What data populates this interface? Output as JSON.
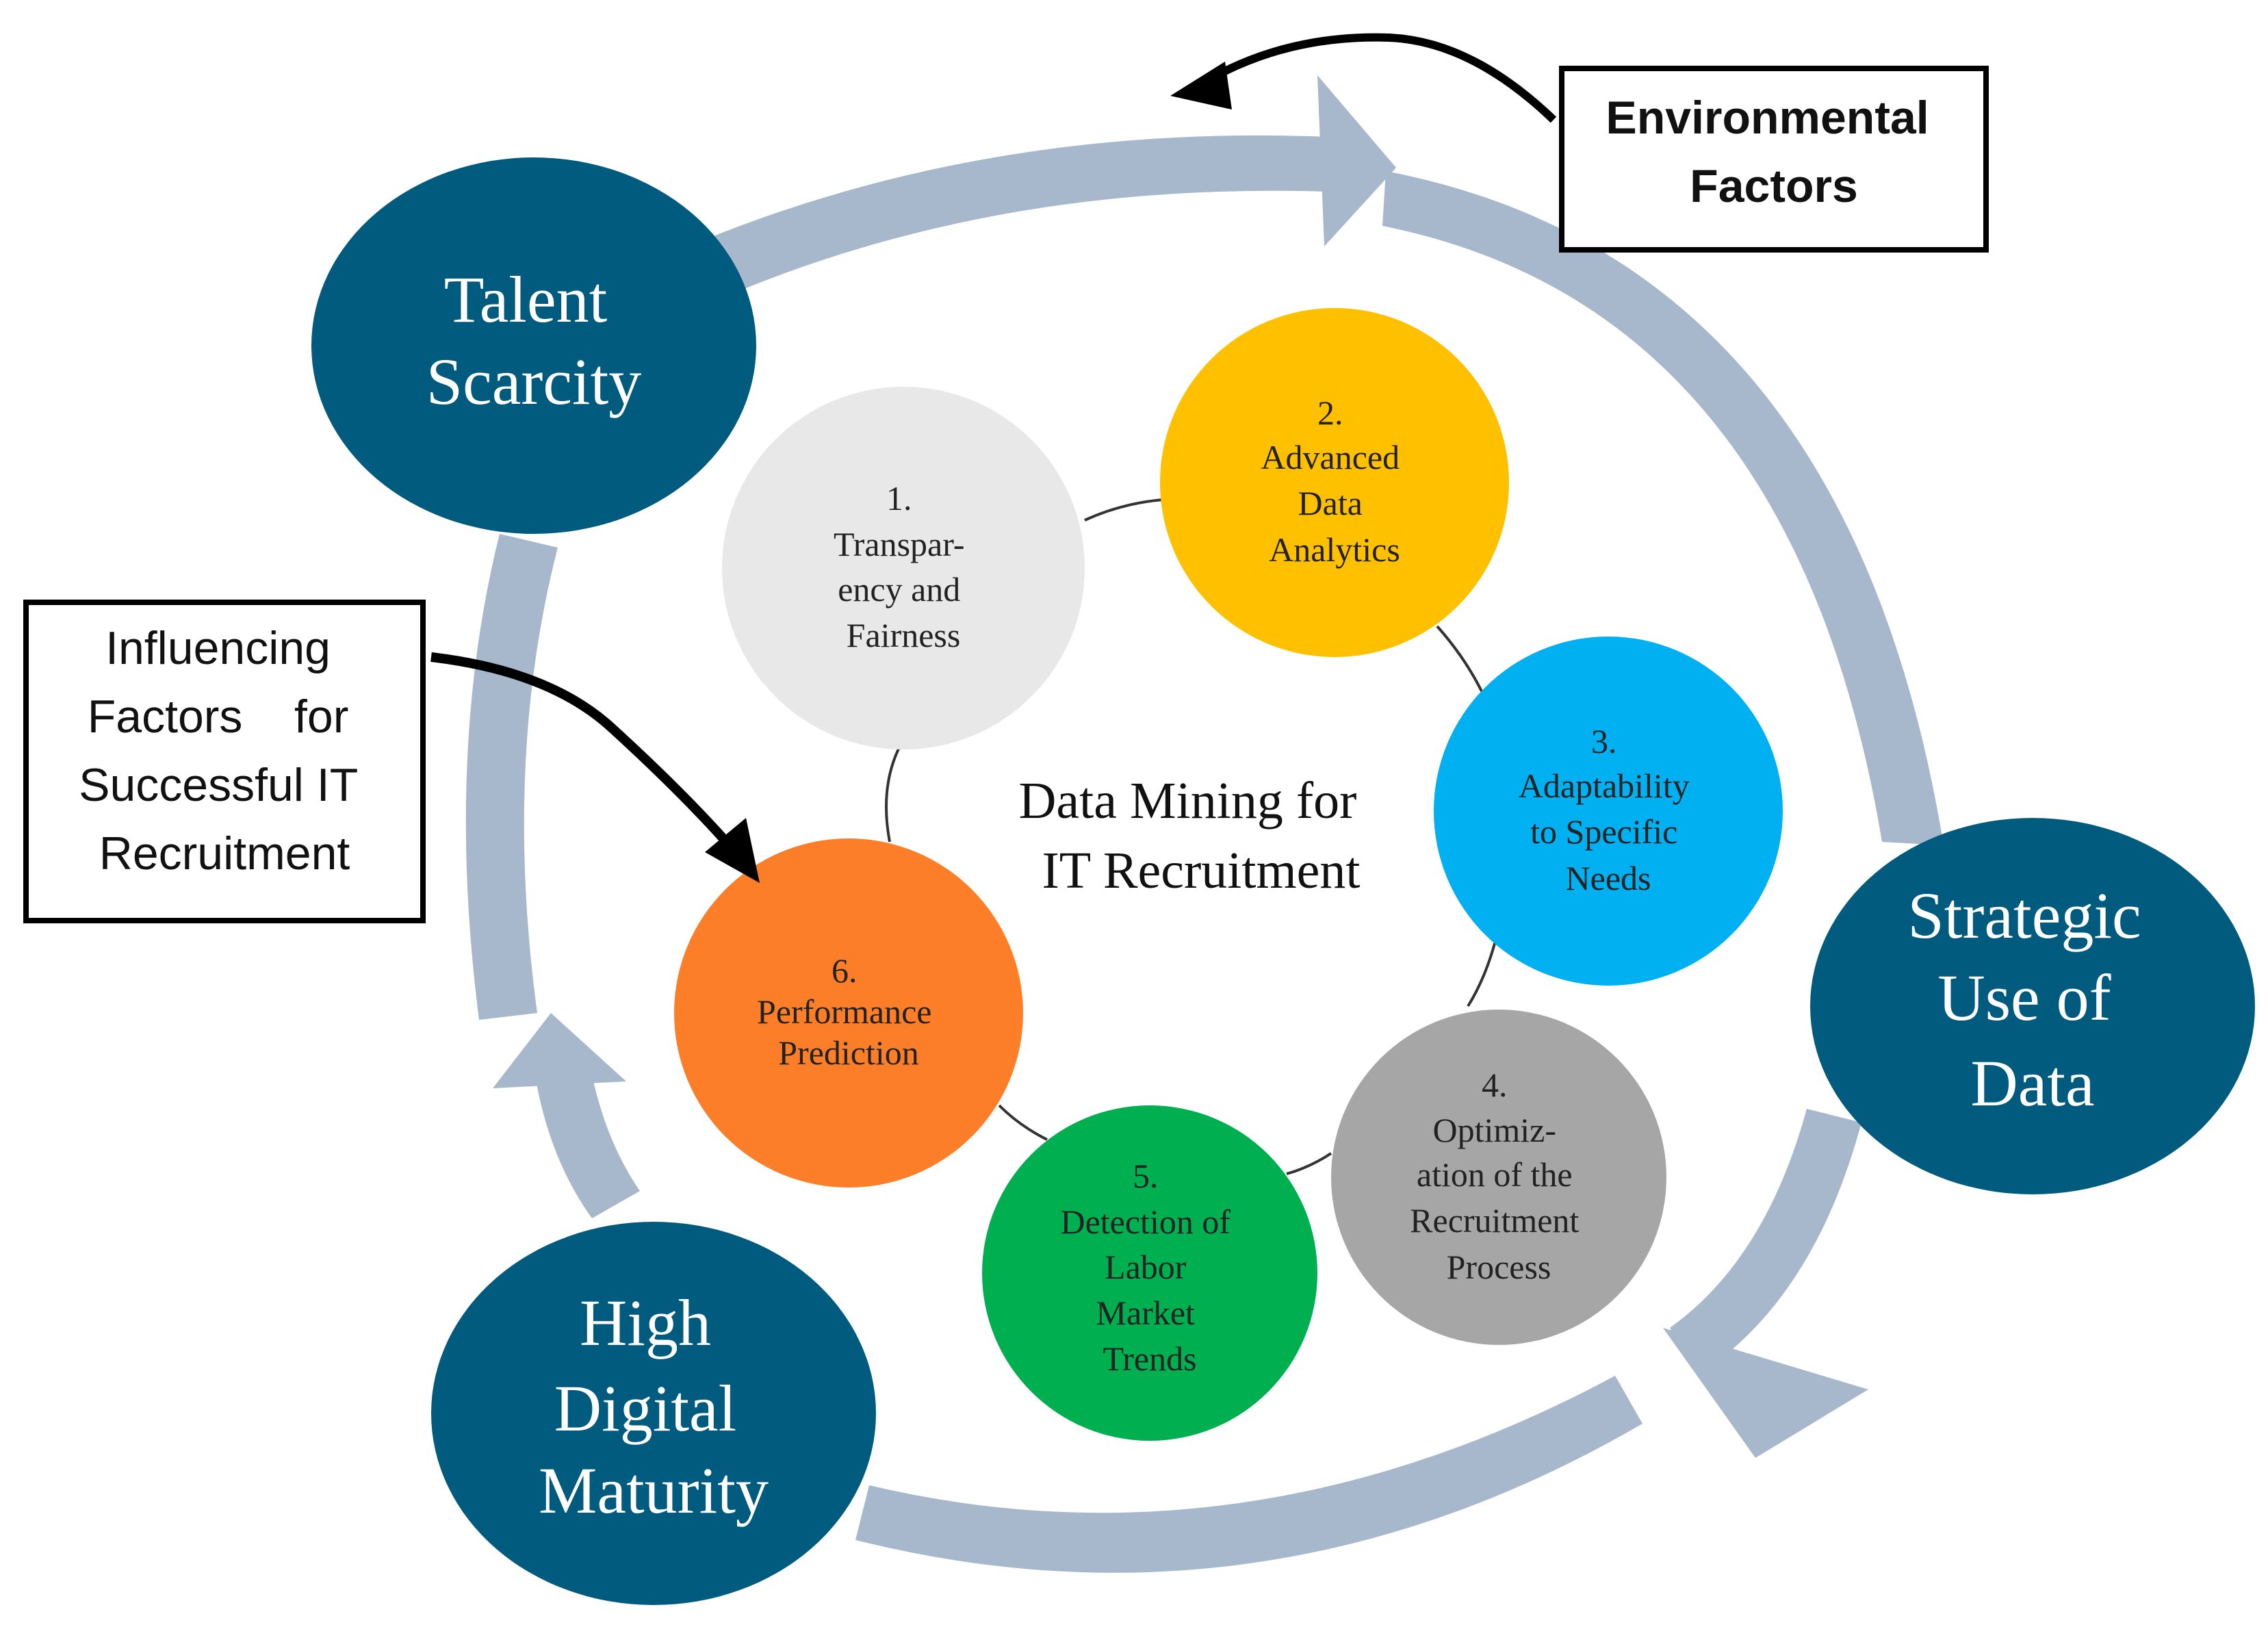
{
  "center": {
    "line1": "Data Mining for",
    "line2": "IT Recruitment"
  },
  "outer_nodes": {
    "talent": {
      "lines": [
        "Talent",
        "Scarcity"
      ],
      "color": "#005b7f"
    },
    "strategic": {
      "lines": [
        "Strategic",
        "Use of",
        "Data"
      ],
      "color": "#005b7f"
    },
    "digital": {
      "lines": [
        "High",
        "Digital",
        "Maturity"
      ],
      "color": "#005b7f"
    }
  },
  "inner_nodes": [
    {
      "number": "1.",
      "lines": [
        "Transpar-",
        "ency  and",
        "Fairness"
      ],
      "color": "#e8e8e8"
    },
    {
      "number": "2.",
      "lines": [
        "Advanced",
        "Data",
        "Analytics"
      ],
      "color": "#ffc000"
    },
    {
      "number": "3.",
      "lines": [
        "Adaptability",
        "to Specific",
        "Needs"
      ],
      "color": "#00b0f0"
    },
    {
      "number": "4.",
      "lines": [
        "Optimiz-",
        "ation of the",
        "Recruitment",
        "Process"
      ],
      "color": "#a6a6a6"
    },
    {
      "number": "5.",
      "lines": [
        "Detection of",
        "Labor",
        "Market",
        "Trends"
      ],
      "color": "#00b050"
    },
    {
      "number": "6.",
      "lines": [
        "Performance",
        "Prediction"
      ],
      "color": "#fd7e28"
    }
  ],
  "boxes": {
    "environmental": {
      "lines": [
        "Environmental",
        "Factors"
      ]
    },
    "influencing": {
      "lines": [
        "Influencing",
        "Factors    for",
        "Successful IT",
        "Recruitment"
      ]
    }
  },
  "colors": {
    "cycle_ring": "#a7b8cd",
    "connector": "#000000"
  }
}
